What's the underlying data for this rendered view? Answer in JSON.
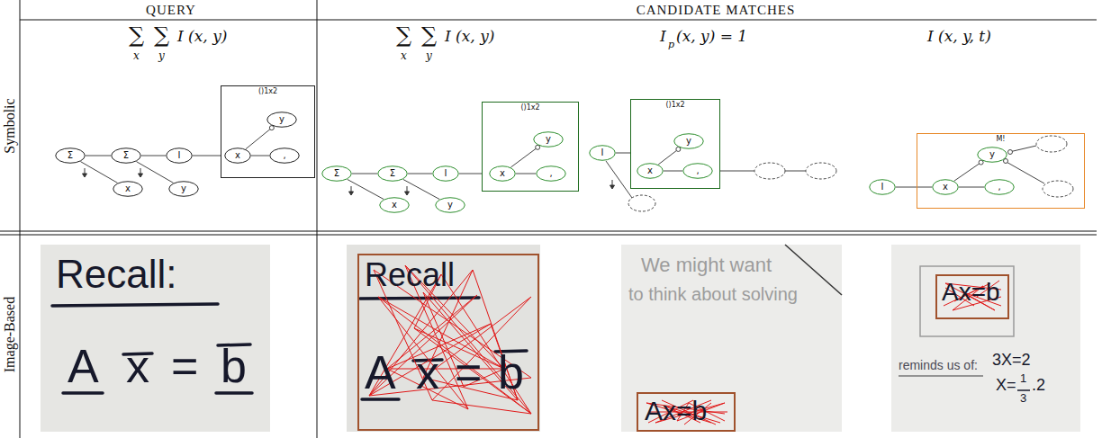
{
  "diagram": {
    "nodes": [
      {
        "text": [
          "Σ"
        ]
      },
      {
        "text": [
          "Σ"
        ]
      },
      {
        "text": [
          "I"
        ]
      },
      {
        "text": [
          "x"
        ]
      },
      {
        "text": [
          "y"
        ]
      },
      {
        "text": [
          "()1x2"
        ]
      },
      {
        "text": [
          "y"
        ],
        "in": 5
      },
      {
        "text": [
          "x"
        ],
        "in": 5
      },
      {
        "text": [
          ","
        ],
        "in": 5
      },
      {
        "text": [
          "Σ"
        ]
      },
      {
        "text": [
          "Σ"
        ]
      },
      {
        "text": [
          "I"
        ]
      },
      {
        "text": [
          "x"
        ]
      },
      {
        "text": [
          "y"
        ]
      },
      {
        "text": [
          "()1x2"
        ]
      },
      {
        "text": [
          "y"
        ],
        "in": 14
      },
      {
        "text": [
          "x"
        ],
        "in": 14
      },
      {
        "text": [
          ","
        ],
        "in": 14
      },
      {
        "text": [
          "I"
        ]
      },
      {
        "text": [
          "()1x2"
        ]
      },
      {
        "text": [
          "y"
        ],
        "in": 19
      },
      {
        "text": [
          "x"
        ],
        "in": 19
      },
      {
        "text": [
          ","
        ],
        "in": 19
      },
      {
        "text": [
          "I"
        ]
      },
      {
        "text": [
          "M!"
        ]
      },
      {
        "text": [
          "y"
        ],
        "in": 24
      },
      {
        "text": [
          "x"
        ],
        "in": 24
      },
      {
        "text": [
          ","
        ],
        "in": 24
      }
    ],
    "edges": [
      {
        "from": 0,
        "to": 1,
        "arrow": "none"
      },
      {
        "from": 1,
        "to": 2,
        "arrow": "none"
      },
      {
        "from": 2,
        "to": 5,
        "arrow": "none"
      },
      {
        "from": 0,
        "to": 3,
        "arrow": "none"
      },
      {
        "from": 1,
        "to": 4,
        "arrow": "none"
      },
      {
        "from": 7,
        "to": 6,
        "arrow": "none"
      },
      {
        "from": 7,
        "to": 8,
        "arrow": "none"
      },
      {
        "from": 9,
        "to": 10,
        "arrow": "none"
      },
      {
        "from": 10,
        "to": 11,
        "arrow": "none"
      },
      {
        "from": 11,
        "to": 14,
        "arrow": "none"
      },
      {
        "from": 9,
        "to": 12,
        "arrow": "none"
      },
      {
        "from": 10,
        "to": 13,
        "arrow": "none"
      },
      {
        "from": 16,
        "to": 15,
        "arrow": "none"
      },
      {
        "from": 16,
        "to": 17,
        "arrow": "none"
      },
      {
        "from": 18,
        "to": 19,
        "arrow": "none"
      },
      {
        "from": 21,
        "to": 20,
        "arrow": "none"
      },
      {
        "from": 21,
        "to": 22,
        "arrow": "none"
      },
      {
        "from": 23,
        "to": 26,
        "arrow": "none"
      },
      {
        "from": 26,
        "to": 25,
        "arrow": "none"
      },
      {
        "from": 26,
        "to": 27,
        "arrow": "none"
      }
    ],
    "labels": [
      "QUERY",
      "CANDIDATE MATCHES",
      "Symbolic",
      "Image-Based",
      "∑",
      "x",
      "∑",
      "y",
      "I (x, y)",
      "∑",
      "x",
      "∑",
      "y",
      "I (x, y)",
      "I",
      "p",
      "(x, y) = 1",
      "I (x, y, t)",
      "Recall:",
      "A",
      "x",
      "=",
      "b",
      "Recall",
      "A",
      "x",
      "=",
      "b",
      "We might want",
      "to think about solving",
      "Ax=b",
      "Ax=b",
      "reminds us of:",
      "3X=2",
      "X=",
      "1",
      ".2",
      "3"
    ]
  }
}
